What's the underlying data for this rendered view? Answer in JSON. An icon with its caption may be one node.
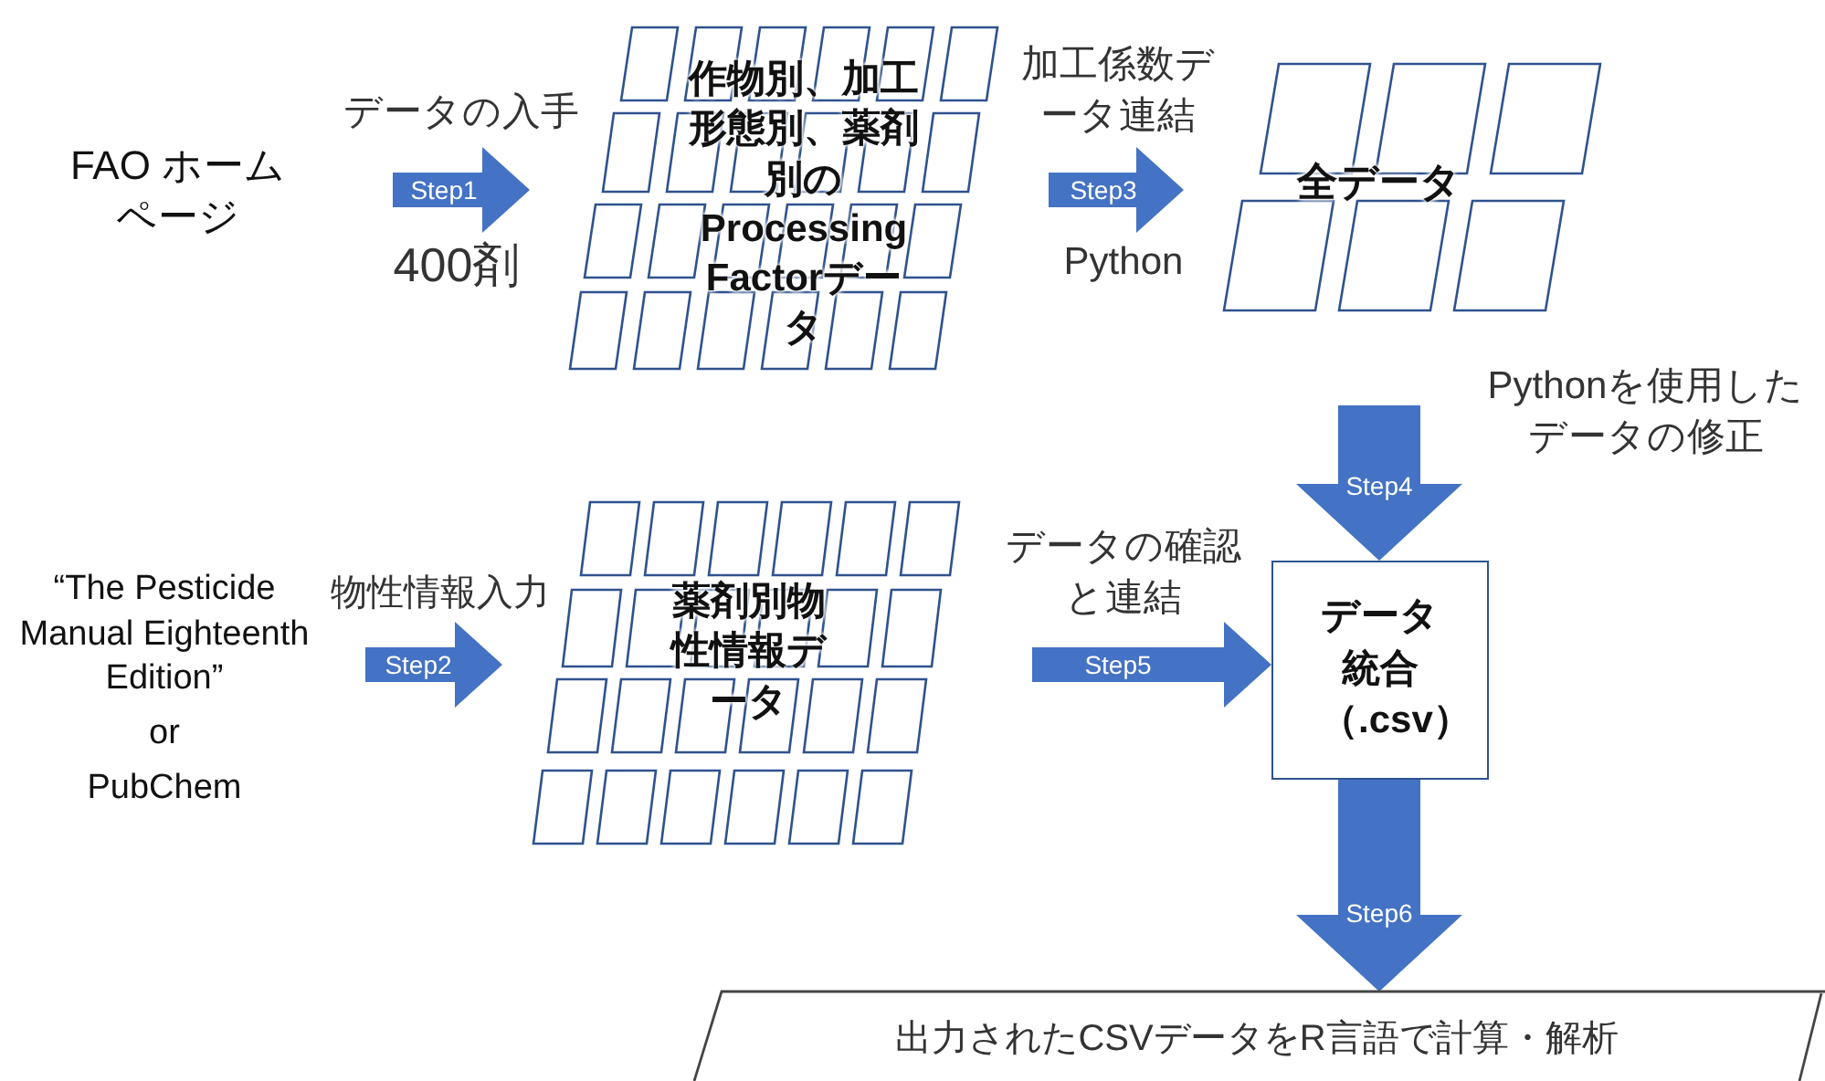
{
  "diagram": {
    "nodes": [
      {
        "text": [
          "FAO ホームページ"
        ]
      },
      {
        "text": [
          "作物別、加工形態別、薬剤別のProcessing Factorデータ"
        ]
      },
      {
        "text": [
          "全データ"
        ]
      },
      {
        "text": [
          "“The Pesticide Manual Eighteenth Edition”",
          "or",
          "PubChem"
        ]
      },
      {
        "text": [
          "薬剤別物性情報データ"
        ]
      },
      {
        "text": [
          "データ統合（.csv）"
        ]
      },
      {
        "text": [
          "出力されたCSVデータをR言語で計算・解析"
        ]
      }
    ],
    "edges": [
      {
        "from": 0,
        "to": 1,
        "arrow": "to",
        "label": "Step1"
      },
      {
        "from": 3,
        "to": 4,
        "arrow": "to",
        "label": "Step2"
      },
      {
        "from": 1,
        "to": 2,
        "arrow": "to",
        "label": "Step3"
      },
      {
        "from": 2,
        "to": 5,
        "arrow": "to",
        "label": "Step4",
        "style": "thick"
      },
      {
        "from": 4,
        "to": 5,
        "arrow": "to",
        "label": "Step5"
      },
      {
        "from": 5,
        "to": 6,
        "arrow": "to",
        "label": "Step6",
        "style": "thick"
      }
    ],
    "labels": [
      "データの入手",
      "400剤",
      "加工係数データ連結",
      "Python",
      "Pythonを使用したデータの修正",
      "物性情報入力",
      "データの確認と連結"
    ]
  }
}
